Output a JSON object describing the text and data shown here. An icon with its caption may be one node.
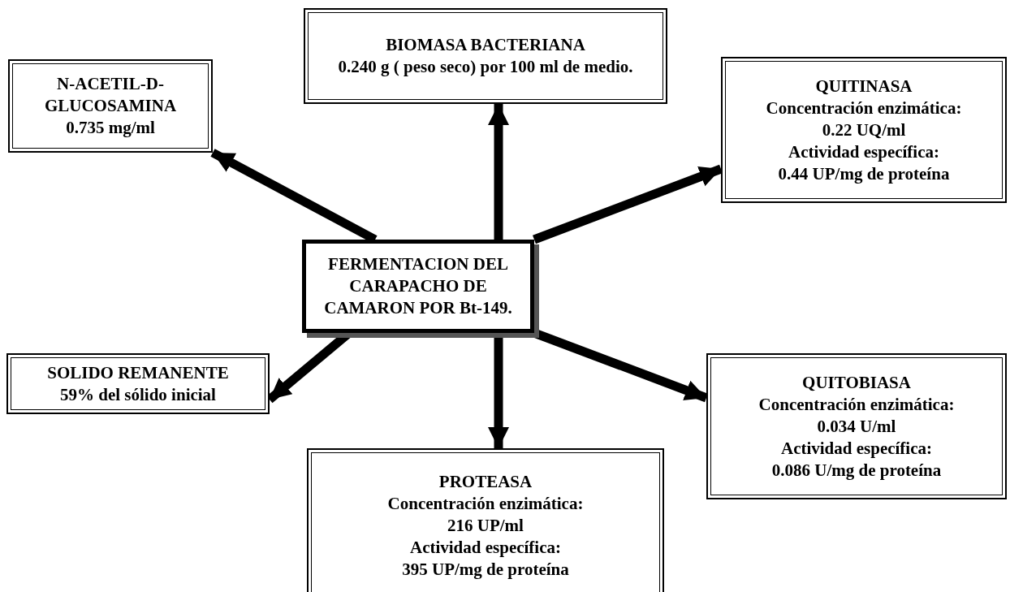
{
  "diagram": {
    "nodes": [
      {
        "text": [
          "FERMENTACION DEL CARAPACHO DE CAMARON POR Bt-149."
        ]
      },
      {
        "text": [
          "N-ACETIL-D-GLUCOSAMINA",
          "0.735 mg/ml"
        ]
      },
      {
        "text": [
          "BIOMASA BACTERIANA",
          "0.240 g ( peso seco) por 100 ml de medio."
        ]
      },
      {
        "text": [
          "QUITINASA",
          "Concentración enzimática:",
          "0.22 UQ/ml",
          "Actividad específica:",
          "0.44 UP/mg de proteína"
        ]
      },
      {
        "text": [
          "SOLIDO REMANENTE",
          "59% del sólido inicial"
        ]
      },
      {
        "text": [
          "PROTEASA",
          "Concentración enzimática:",
          "216  UP/ml",
          "Actividad específica:",
          "395 UP/mg de proteína"
        ]
      },
      {
        "text": [
          "QUITOBIASA",
          "Concentración enzimática:",
          "0.034 U/ml",
          "Actividad específica:",
          "0.086 U/mg de proteína"
        ]
      }
    ],
    "edges": [
      {
        "from": 0,
        "to": 1,
        "arrow": "to"
      },
      {
        "from": 0,
        "to": 2,
        "arrow": "to"
      },
      {
        "from": 0,
        "to": 3,
        "arrow": "to"
      },
      {
        "from": 0,
        "to": 4,
        "arrow": "to"
      },
      {
        "from": 0,
        "to": 5,
        "arrow": "to"
      },
      {
        "from": 0,
        "to": 6,
        "arrow": "to"
      }
    ]
  }
}
